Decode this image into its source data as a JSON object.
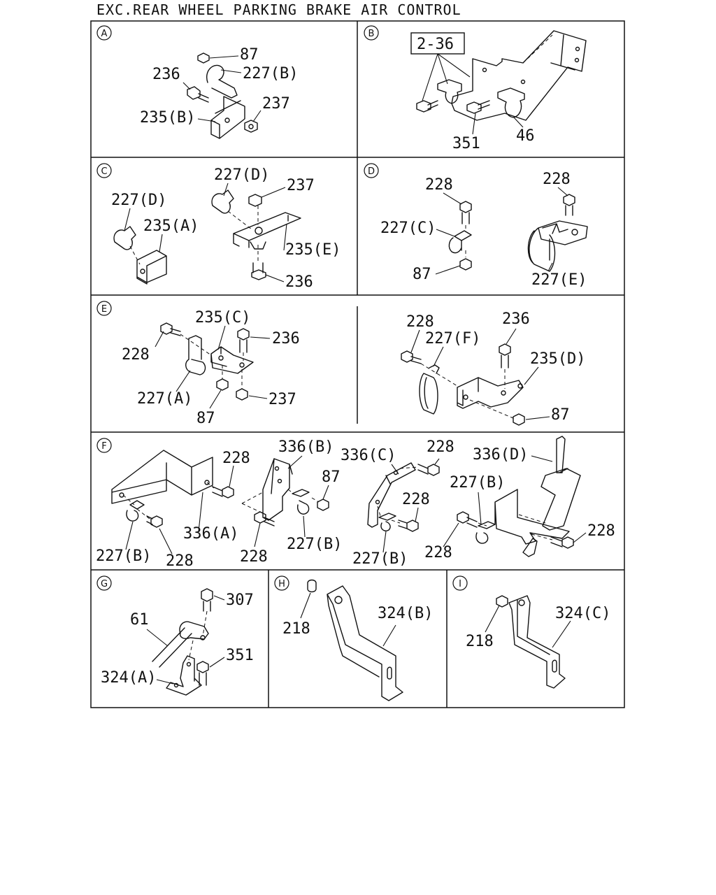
{
  "title": "EXC.REAR WHEEL PARKING BRAKE AIR CONTROL",
  "panels": {
    "A": {
      "letter": "A",
      "callouts": [
        "87",
        "236",
        "227(B)",
        "237",
        "235(B)"
      ]
    },
    "B": {
      "letter": "B",
      "callouts": [
        "2-36",
        "351",
        "46"
      ]
    },
    "C": {
      "letter": "C",
      "callouts": [
        "227(D)",
        "237",
        "227(D)",
        "235(A)",
        "235(E)",
        "236"
      ]
    },
    "D": {
      "letter": "D",
      "callouts": [
        "228",
        "228",
        "227(C)",
        "87",
        "227(E)"
      ]
    },
    "E": {
      "letter": "E",
      "callouts": [
        "235(C)",
        "236",
        "228",
        "227(A)",
        "237",
        "87",
        "228",
        "236",
        "227(F)",
        "235(D)",
        "87"
      ]
    },
    "F": {
      "letter": "F",
      "callouts": [
        "336(B)",
        "228",
        "228",
        "336(D)",
        "336(C)",
        "87",
        "227(B)",
        "228",
        "228",
        "336(A)",
        "227(B)",
        "228",
        "227(B)",
        "228",
        "228",
        "227(B)"
      ]
    },
    "G": {
      "letter": "G",
      "callouts": [
        "307",
        "61",
        "351",
        "324(A)"
      ]
    },
    "H": {
      "letter": "H",
      "callouts": [
        "218",
        "324(B)"
      ]
    },
    "I": {
      "letter": "I",
      "callouts": [
        "324(C)",
        "218"
      ]
    }
  }
}
